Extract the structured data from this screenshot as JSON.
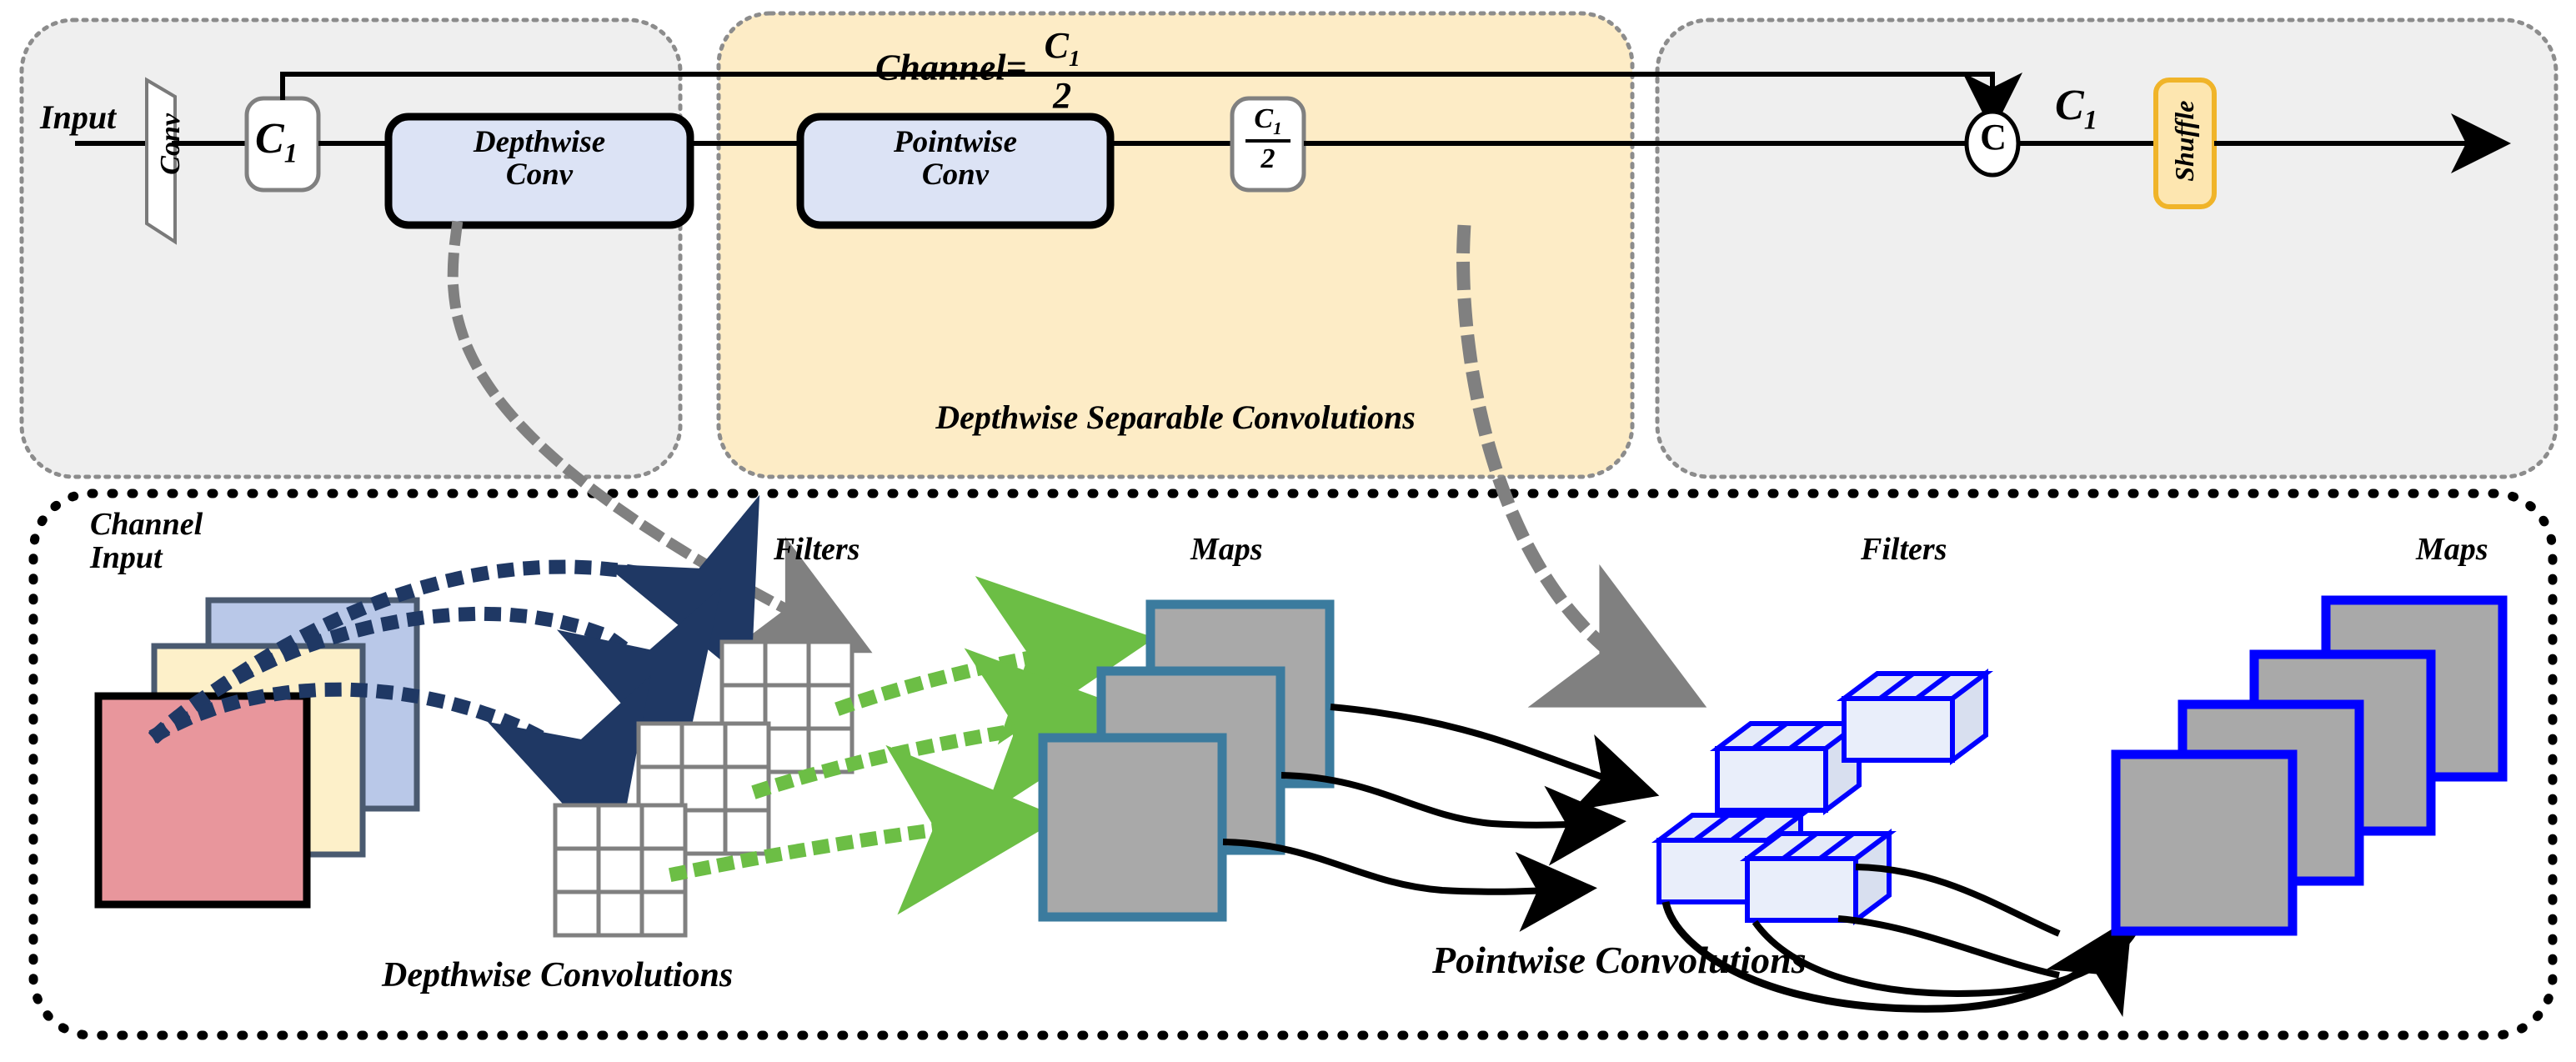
{
  "diagram": {
    "title": "Depthwise Separable Convolution with Channel Shuffle block",
    "panels": {
      "left": {
        "name": "input-stage",
        "fill": "#efefef",
        "border": "#8c8c8c"
      },
      "middle": {
        "name": "depthwise-separable-stage",
        "fill": "#fdecc6",
        "border": "#8c8c8c"
      },
      "right": {
        "name": "concat-shuffle-stage",
        "fill": "#efefef",
        "border": "#8c8c8c"
      },
      "bottom": {
        "name": "detail-panel",
        "fill": "#ffffff",
        "border": "#000000"
      }
    },
    "top_flow": {
      "input_label": "Input",
      "conv_label": "Conv",
      "c1_box_label": "C",
      "c1_box_sub": "1",
      "channel_eq_text": "Channel=",
      "channel_eq_num": "C",
      "channel_eq_num_sub": "1",
      "channel_eq_den": "2",
      "depthwise_box_label_line1": "Depthwise",
      "depthwise_box_label_line2": "Conv",
      "pointwise_box_label_line1": "Pointwise",
      "pointwise_box_label_line2": "Conv",
      "dsc_caption": "Depthwise Separable Convolutions",
      "half_box_num": "C",
      "half_box_num_sub": "1",
      "half_box_den": "2",
      "concat_symbol": "C",
      "concat_output_label": "C",
      "concat_output_sub": "1",
      "shuffle_label": "Shuffle"
    },
    "bottom_detail": {
      "channel_input_line1": "Channel",
      "channel_input_line2": "Input",
      "filters_label_left": "Filters",
      "maps_label_left": "Maps",
      "filters_label_right": "Filters",
      "maps_label_right": "Maps",
      "depthwise_caption": "Depthwise Convolutions",
      "pointwise_caption": "Pointwise Convolutions",
      "channel_input_squares": [
        {
          "name": "channel-blue",
          "fill": "#b9c8e8",
          "stroke": "#4a5a70"
        },
        {
          "name": "channel-yellow",
          "fill": "#fdf0c9",
          "stroke": "#4a5a70"
        },
        {
          "name": "channel-red",
          "fill": "#e8969c",
          "stroke": "#000000"
        }
      ],
      "depthwise_filter_count": 3,
      "depthwise_filter_grid": "3x3",
      "depthwise_map_count": 3,
      "depthwise_map_fill": "#a9a9a9",
      "depthwise_map_stroke": "#3b7b9e",
      "pointwise_filter_count": 4,
      "pointwise_filter_fill": "#e4eaf8",
      "pointwise_filter_stroke": "#0000ff",
      "pointwise_filter_cells": 3,
      "pointwise_map_count": 4,
      "pointwise_map_fill": "#a9a9a9",
      "pointwise_map_stroke": "#0000ff"
    },
    "colors": {
      "dark_blue_arrow": "#1f3864",
      "green_arrow": "#6cbe45",
      "gray_arrow": "#808080",
      "black": "#000000",
      "shuffle_fill": "#fde6b0",
      "shuffle_border": "#f0b429",
      "conv_box_fill": "#dce3f5"
    }
  }
}
